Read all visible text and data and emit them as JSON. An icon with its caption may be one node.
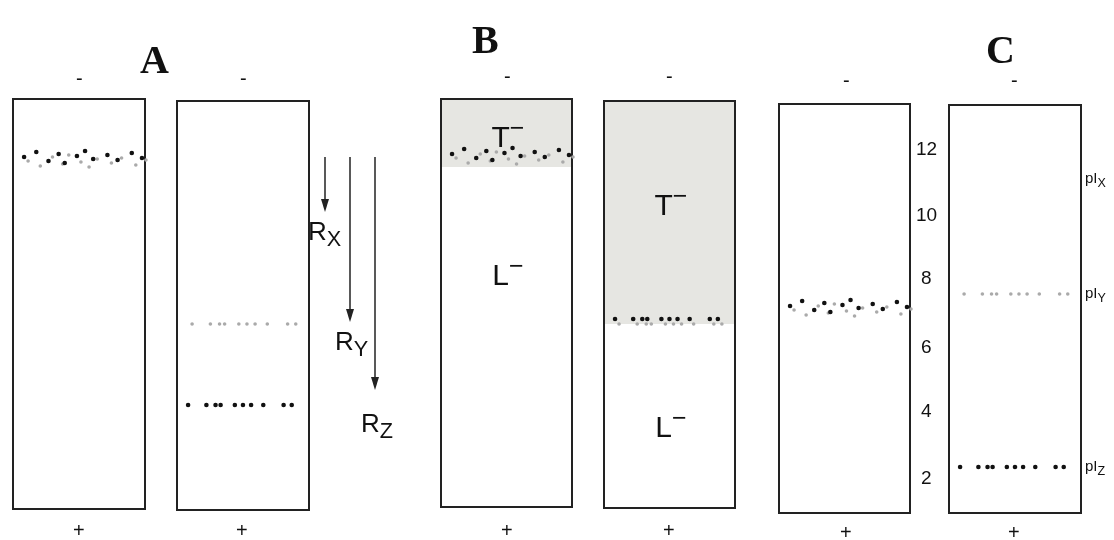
{
  "diagram": {
    "nodes": [
      {
        "text": [],
        "shape": "box"
      },
      {
        "text": [],
        "shape": "box"
      },
      {
        "text": [
          "T$^{−}$",
          "L$^{−}$"
        ]
      },
      {
        "text": [
          "T$^{−}$",
          "L$^{−}$"
        ]
      },
      {
        "text": [],
        "shape": "box"
      },
      {
        "text": [],
        "shape": "box"
      }
    ],
    "edges": [],
    "labels": [
      "A",
      "B",
      "C",
      "-",
      "-",
      "-",
      "-",
      "-",
      "-",
      "R$_{X}$",
      "R$_{Y}$",
      "R$_{Z}$",
      "12",
      "pI$_{X}$",
      "10",
      "8",
      "pI$_{Y}$",
      "6",
      "4",
      "2",
      "pI$_{Z}$",
      "+",
      "+",
      "+",
      "+",
      "+",
      "+"
    ]
  }
}
